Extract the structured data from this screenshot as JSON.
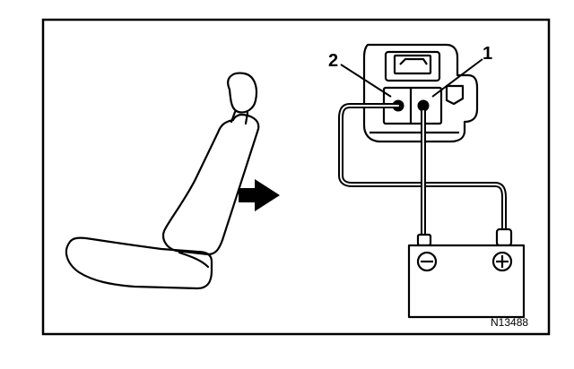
{
  "labels": {
    "terminal_2": "2",
    "terminal_1": "1",
    "figure_code": "N13488"
  },
  "battery": {
    "negative_symbol": "minus-circle-icon",
    "positive_symbol": "plus-circle-icon"
  },
  "colors": {
    "line": "#000000",
    "background": "#ffffff"
  }
}
